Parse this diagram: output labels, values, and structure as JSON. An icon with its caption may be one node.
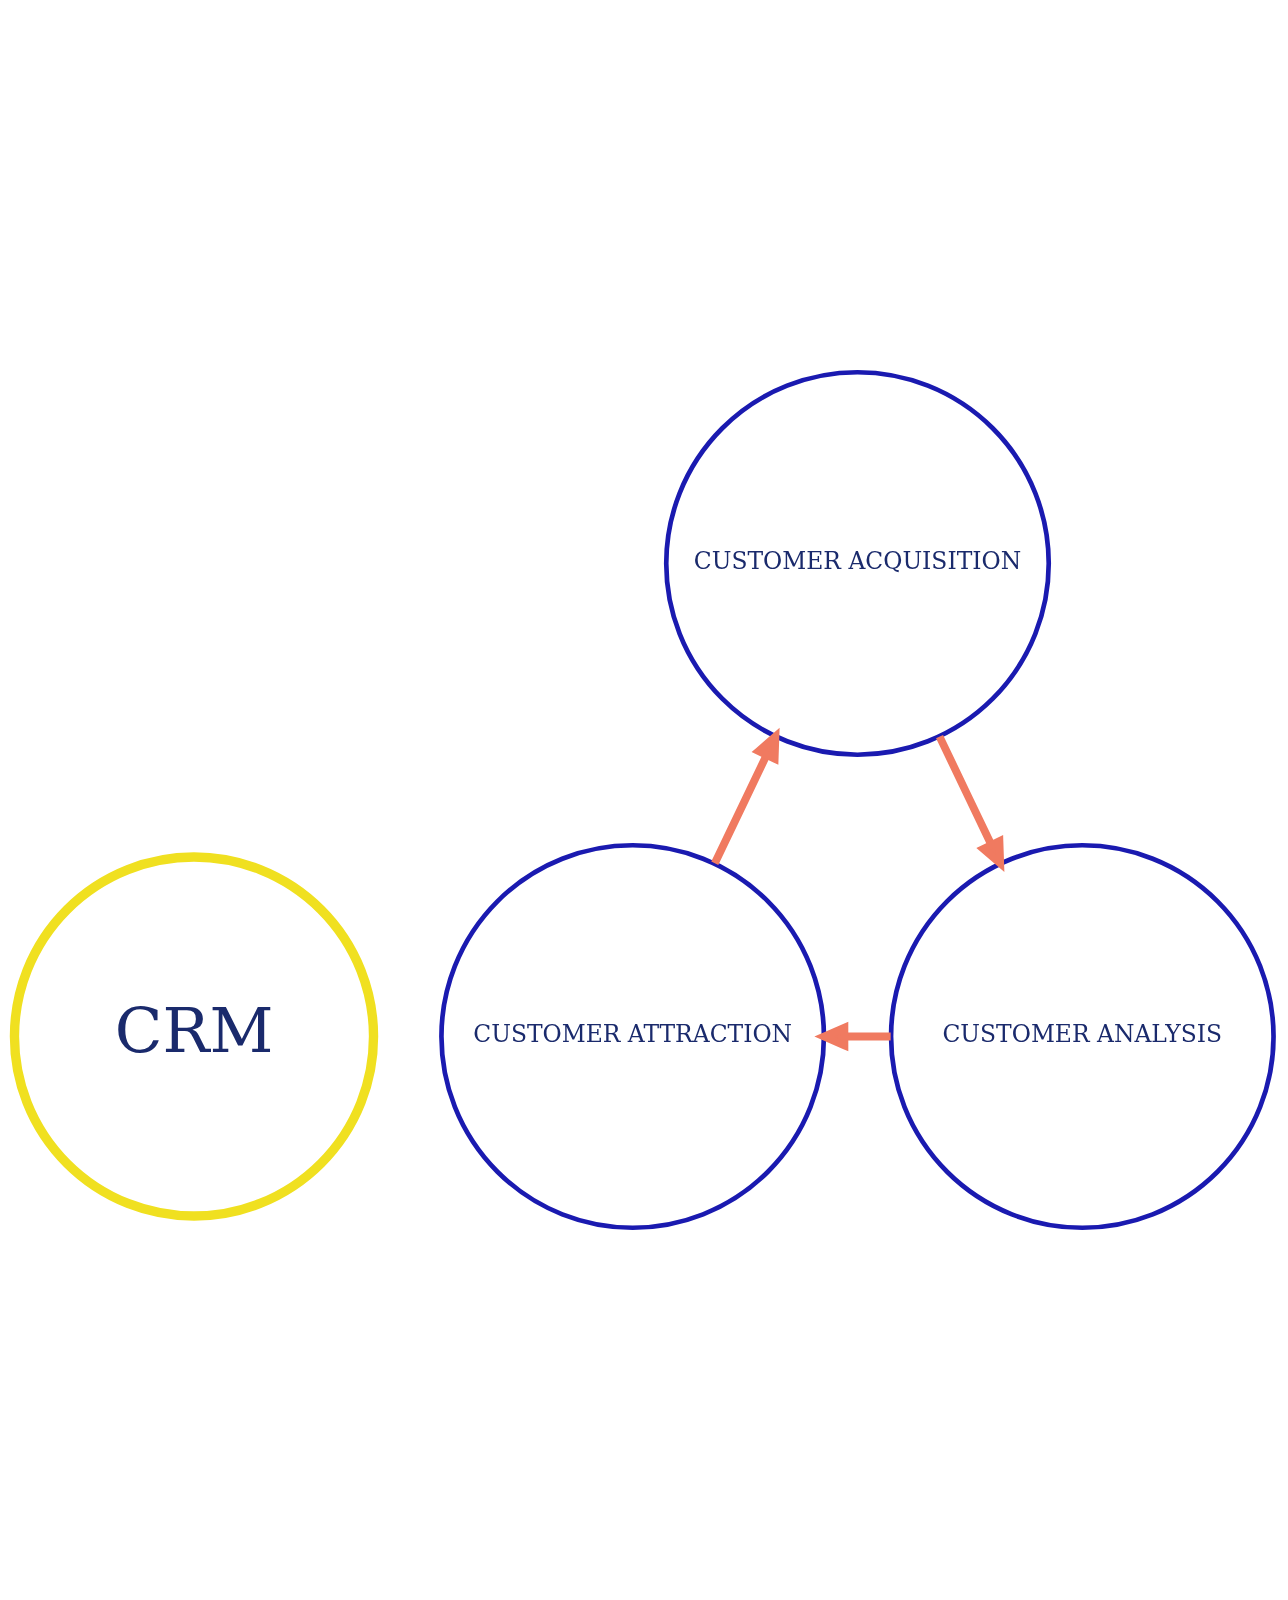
{
  "diagram": {
    "nodes": [
      {
        "text": [
          "CRM"
        ]
      },
      {
        "text": [
          "CUSTOMER ACQUISITION"
        ]
      },
      {
        "text": [
          "CUSTOMER ANALYSIS"
        ]
      },
      {
        "text": [
          "CUSTOMER ATTRACTION"
        ]
      }
    ],
    "edges": [
      {
        "from": 3,
        "to": 1,
        "arrow": "to"
      },
      {
        "from": 1,
        "to": 2,
        "arrow": "to"
      },
      {
        "from": 2,
        "to": 3,
        "arrow": "to"
      }
    ]
  }
}
